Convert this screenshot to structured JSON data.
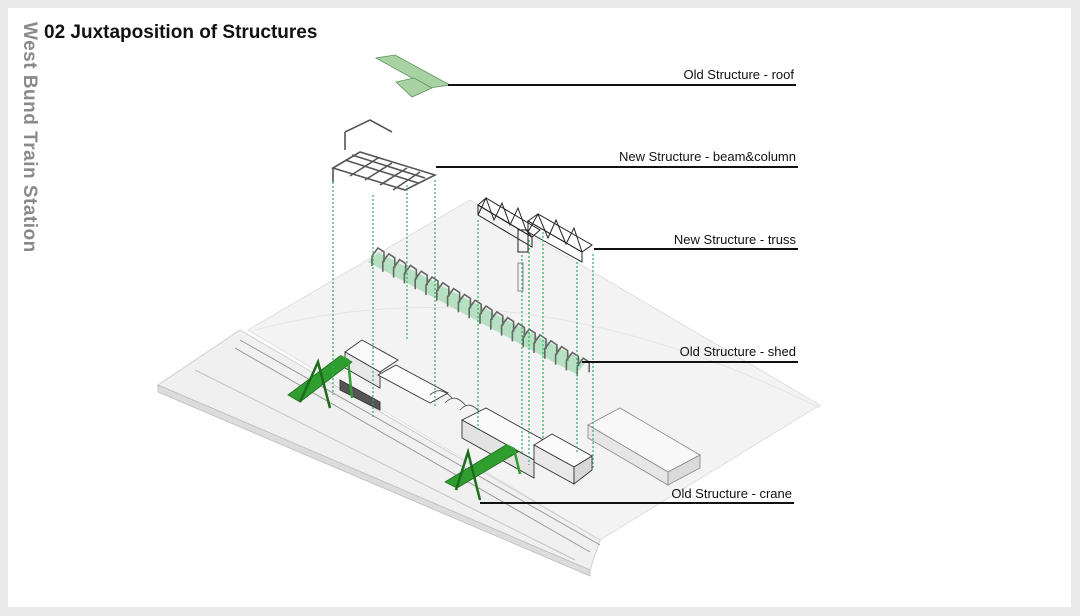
{
  "header": {
    "title": "02 Juxtaposition of Structures",
    "side_title": "West Bund Train Station"
  },
  "colors": {
    "accent_green": "#2f9e2f",
    "light_green": "#a9dcb8",
    "guide_green": "#2fae5f",
    "line": "#111111"
  },
  "components": [
    {
      "id": "roof",
      "label": "Old Structure - roof"
    },
    {
      "id": "beam-column",
      "label": "New Structure - beam&column"
    },
    {
      "id": "truss",
      "label": "New Structure - truss"
    },
    {
      "id": "shed",
      "label": "Old Structure - shed"
    },
    {
      "id": "crane",
      "label": "Old Structure - crane"
    }
  ]
}
